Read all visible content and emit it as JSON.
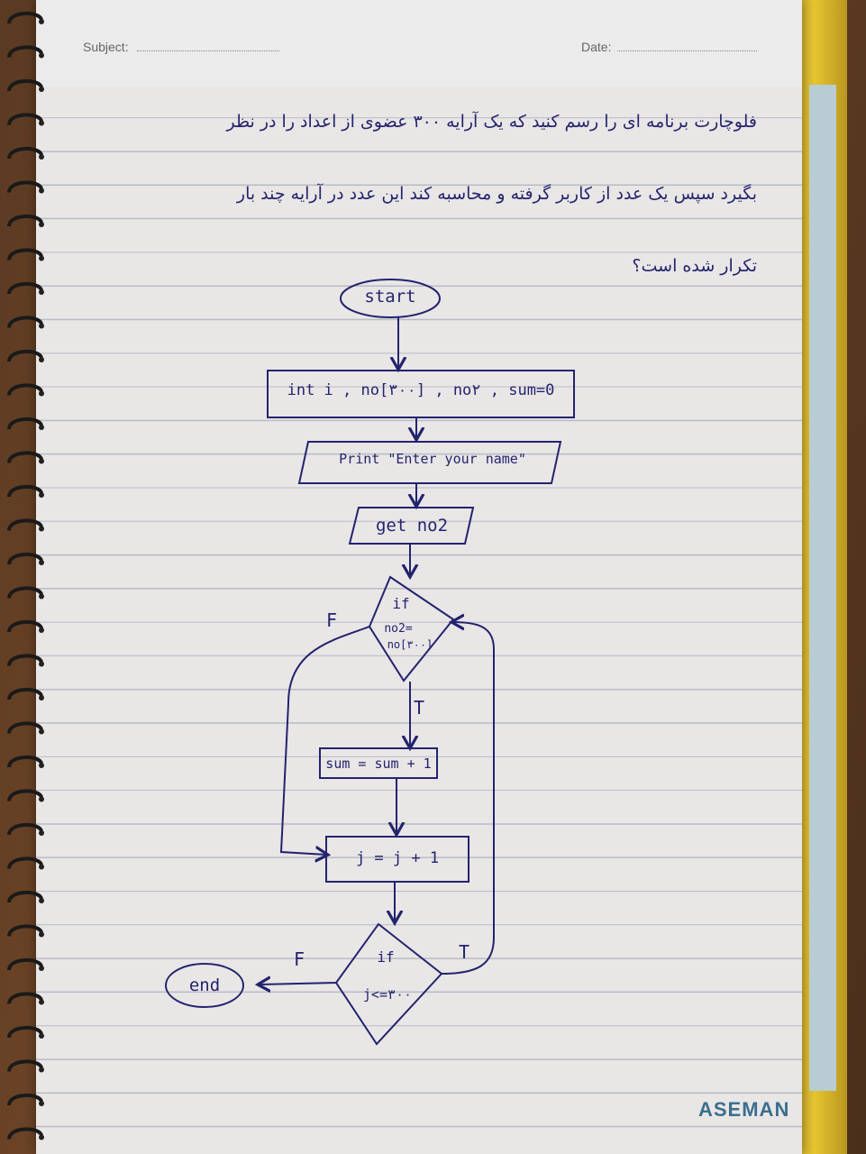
{
  "header": {
    "subject_label": "Subject:",
    "date_label": "Date:"
  },
  "brand": "ASEMAN",
  "question": {
    "line1": "فلوچارت برنامه ای را رسم کنید که یک آرایه ۳۰۰ عضوی از اعداد را در نظر",
    "line2": "بگیرد سپس یک عدد از کاربر گرفته و محاسبه کند این عدد در آرایه چند بار",
    "line3": "تکرار شده است؟"
  },
  "flowchart": {
    "start": "start",
    "declare": "int i , no[۳۰۰] , no۲ , sum=0",
    "print": "Print \"Enter your name\"",
    "get": "get no2",
    "if1_line1": "if",
    "if1_line2": "no2=",
    "if1_line3": "no[۳۰۰]",
    "if1_false": "F",
    "if1_true": "T",
    "sum": "sum = sum + 1",
    "inc": "j = j + 1",
    "if2_line1": "if",
    "if2_line2": "j<=۳۰۰",
    "if2_false": "F",
    "if2_true": "T",
    "end": "end"
  },
  "colors": {
    "ink": "#23236f",
    "paper": "#e9e6e6",
    "rule": "#b9bcc6",
    "cover": "#e6c531",
    "brand": "#3b6f8f"
  }
}
